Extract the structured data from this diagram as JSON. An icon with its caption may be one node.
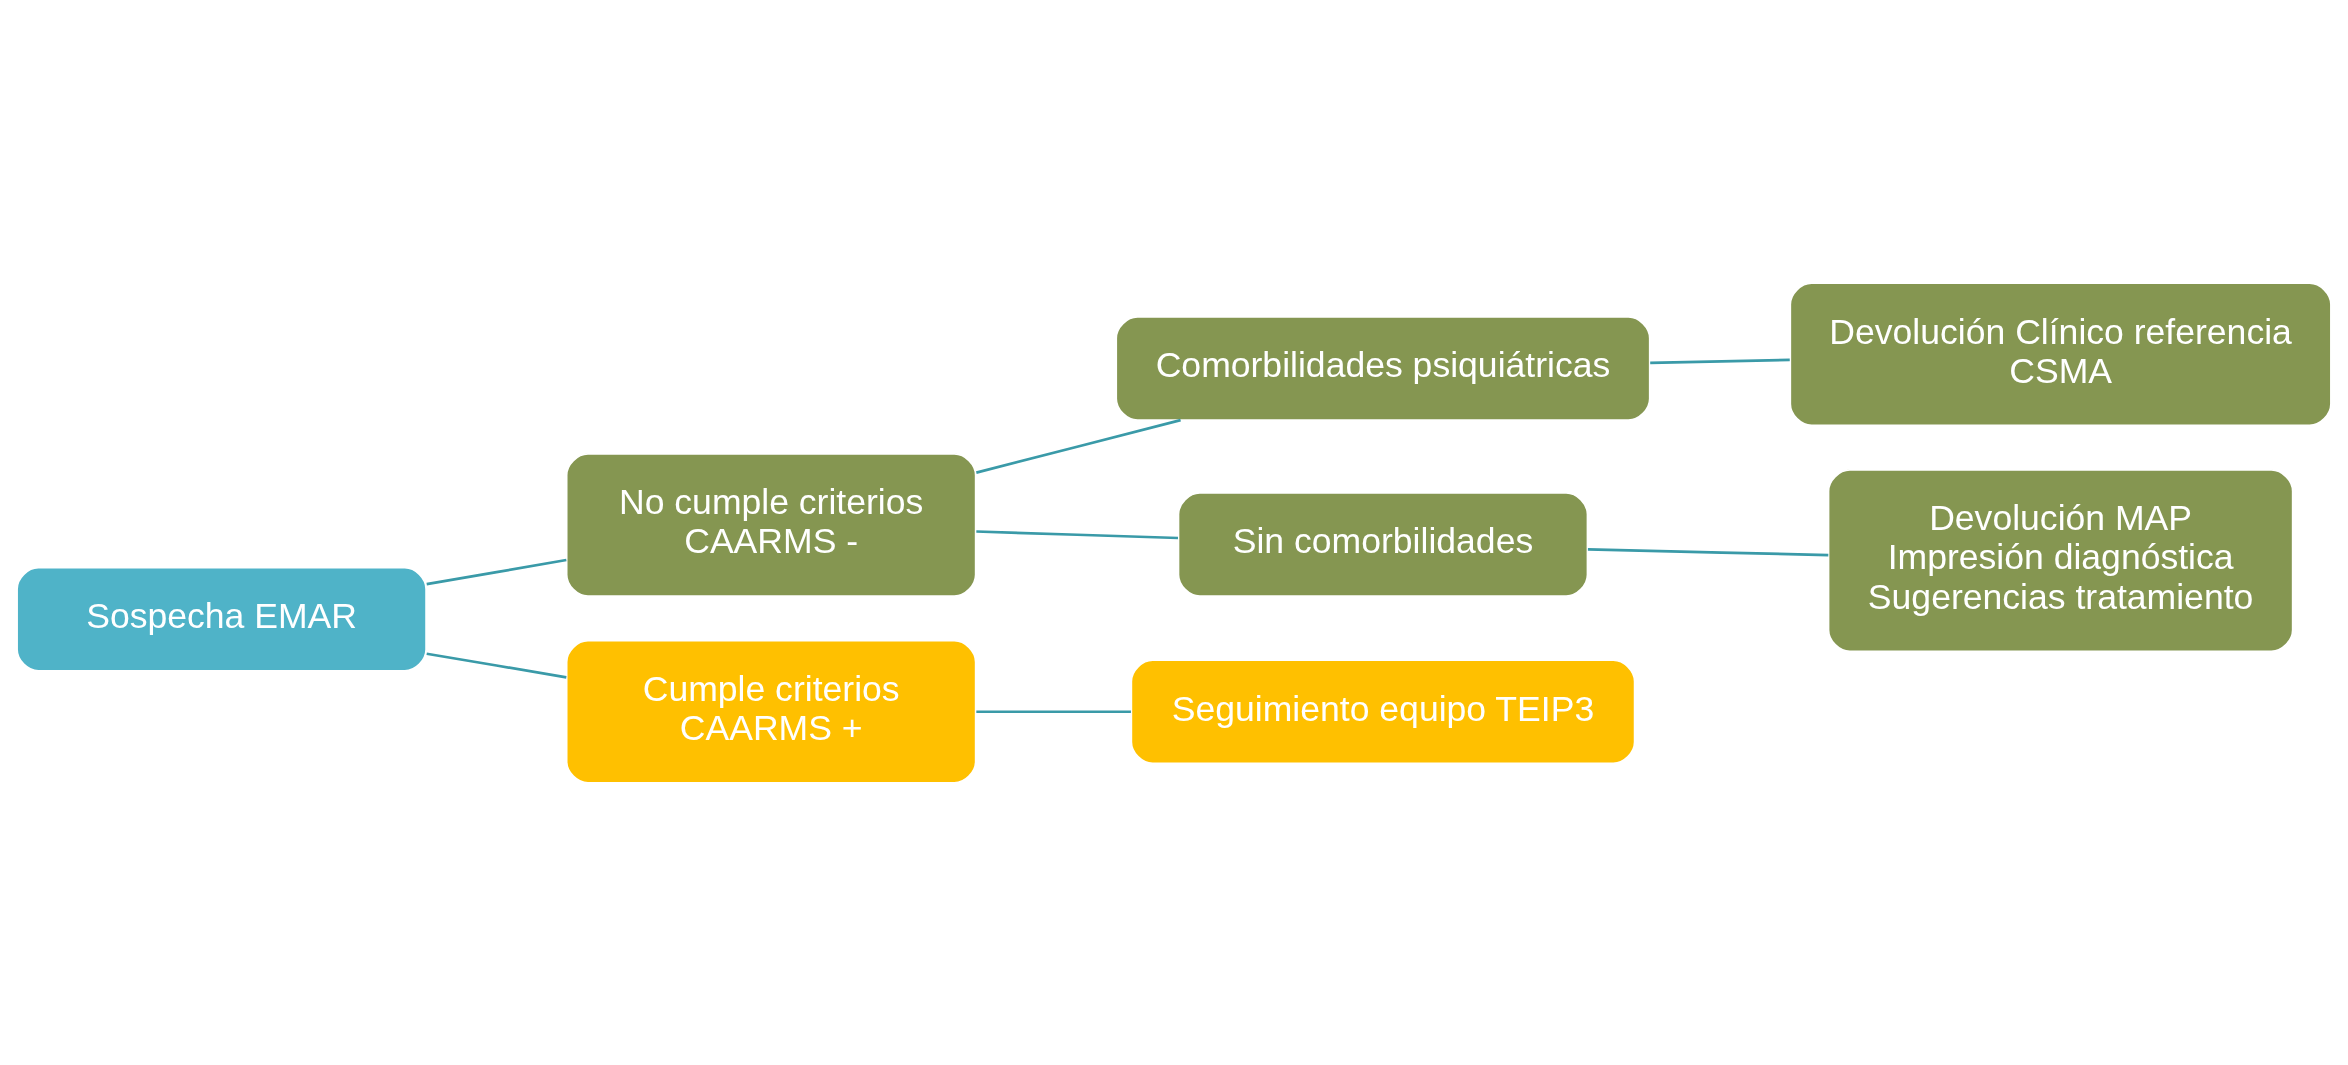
{
  "diagram": {
    "nodes": [
      {
        "text": [
          "Sospecha EMAR"
        ]
      },
      {
        "text": [
          "No cumple criterios",
          "CAARMS -"
        ]
      },
      {
        "text": [
          "Cumple criterios",
          "CAARMS +"
        ]
      },
      {
        "text": [
          "Comorbilidades psiquiátricas"
        ]
      },
      {
        "text": [
          "Sin comorbilidades"
        ]
      },
      {
        "text": [
          "Seguimiento equipo TEIP3"
        ]
      },
      {
        "text": [
          "Devolución Clínico referencia",
          "CSMA"
        ]
      },
      {
        "text": [
          "Devolución MAP",
          "Impresión diagnóstica",
          "Sugerencias tratamiento"
        ]
      }
    ],
    "edges": [
      {
        "from": 0,
        "to": 1,
        "arrow": "none"
      },
      {
        "from": 0,
        "to": 2,
        "arrow": "none"
      },
      {
        "from": 1,
        "to": 3,
        "arrow": "none"
      },
      {
        "from": 1,
        "to": 4,
        "arrow": "none"
      },
      {
        "from": 2,
        "to": 5,
        "arrow": "none"
      },
      {
        "from": 3,
        "to": 6,
        "arrow": "none"
      },
      {
        "from": 4,
        "to": 7,
        "arrow": "none"
      }
    ]
  }
}
